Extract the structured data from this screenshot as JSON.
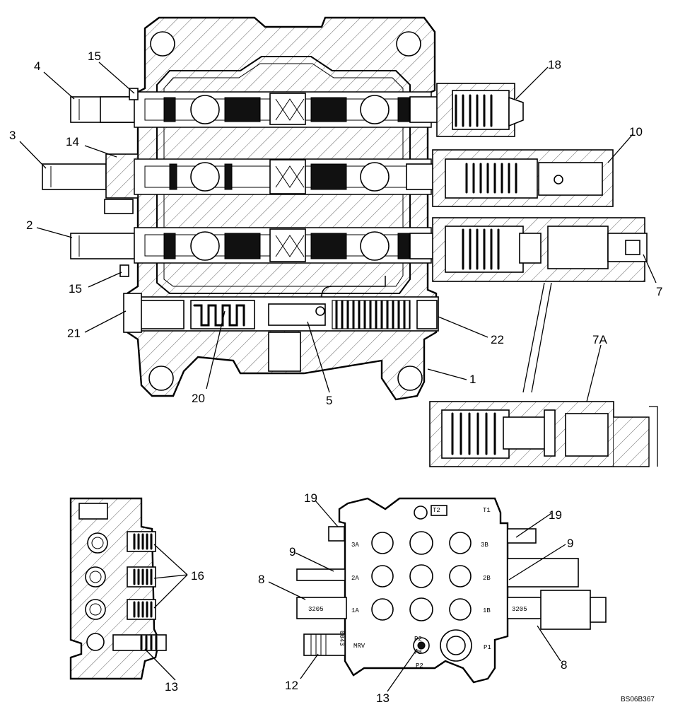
{
  "diagram": {
    "callouts": {
      "n1": "1",
      "n2": "2",
      "n3": "3",
      "n4": "4",
      "n5": "5",
      "n7": "7",
      "n7a": "7A",
      "n8a": "8",
      "n8b": "8",
      "n9a": "9",
      "n9b": "9",
      "n10": "10",
      "n12": "12",
      "n13a": "13",
      "n13b": "13",
      "n14": "14",
      "n15a": "15",
      "n15b": "15",
      "n16": "16",
      "n18": "18",
      "n19a": "19",
      "n19b": "19",
      "n20": "20",
      "n21": "21",
      "n22": "22"
    },
    "port_labels": {
      "t2": "T2",
      "t1": "T1",
      "p3a": "3A",
      "p3b": "3B",
      "p2a": "2A",
      "p2b": "2B",
      "p1a": "1A",
      "p1b": "1B",
      "code_left": "3205",
      "code_right": "3205",
      "mrv": "MRV",
      "p2": "P2",
      "p2_side": "P2",
      "pb": "PB",
      "p1": "P1",
      "side_code": "0043"
    },
    "reference_code": "BS06B367"
  }
}
